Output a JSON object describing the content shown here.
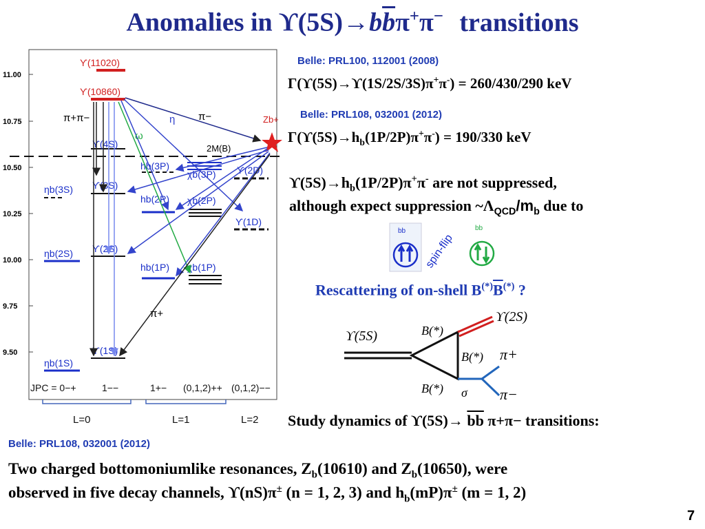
{
  "title": {
    "prefix": "Anomalies in ϒ(5S)→",
    "b": "b",
    "bbar": "b",
    "pi": "π",
    "plus": "+",
    "minus": "−",
    "suffix": "transitions"
  },
  "refs": {
    "prl100": "Belle: PRL100, 112001 (2008)",
    "prl108_top": "Belle: PRL108, 032001 (2012)",
    "prl108_bottom": "Belle: PRL108, 032001 (2012)"
  },
  "widths": {
    "upsilon": {
      "left": "Γ(ϒ(5S)→ϒ(1S/2S/3S)π",
      "sup1": "+",
      "mid": "π",
      "sup2": "-",
      "right": ") = 260/430/290 keV"
    },
    "hb": {
      "left": "Γ(ϒ(5S)→h",
      "sub": "b",
      "mid": "(1P/2P)π",
      "sup1": "+",
      "mid2": "π",
      "sup2": "-",
      "right": ") = 190/330 keV"
    }
  },
  "suppression": {
    "line1_left": "ϒ(5S)→h",
    "line1_sub": "b",
    "line1_mid": "(1P/2P)π",
    "line1_sup1": "+",
    "line1_mid2": "π",
    "line1_sup2": "-",
    "line1_right": " are not suppressed,",
    "line2_left": "although expect suppression ~Λ",
    "line2_sub1": "QCD",
    "line2_slash": "/m",
    "line2_sub2": "b",
    "line2_right": " due to"
  },
  "spin_flip": "spin-flip",
  "bb_label": "bb",
  "rescattering": {
    "left": "Rescattering of on-shell B",
    "sup1": "(*)",
    "B": "B",
    "sup2": "(*)",
    "right": " ?"
  },
  "feynman": {
    "ups5s": "ϒ(5S)",
    "ups2s": "ϒ(2S)",
    "b1": "B(*)",
    "b2": "B(*)",
    "b3": "B(*)",
    "piplus": "π+",
    "piminus": "π−",
    "sigma": "σ"
  },
  "study": {
    "left": "Study dynamics of ϒ(5S)→ ",
    "bb": "bb",
    "pipi": " π+π−",
    "right": " transitions:"
  },
  "observation": {
    "line1_a": "Two charged bottomoniumlike resonances, Z",
    "sub1": "b",
    "line1_b": "(10610) and Z",
    "sub2": "b",
    "line1_c": "(10650), were",
    "line2_a": "observed in five decay channels, ϒ(nS)π",
    "sup1": "±",
    "line2_b": " (n = 1, 2, 3) and h",
    "sub3": "b",
    "line2_c": "(mP)π",
    "sup2": "±",
    "line2_d": " (m = 1, 2)"
  },
  "slide_number": "7",
  "spectrum": {
    "yticks": [
      "11.00",
      "10.75",
      "10.50",
      "10.25",
      "10.00",
      "9.75",
      "9.50"
    ],
    "states": {
      "u11020": "ϒ(11020)",
      "u10860": "ϒ(10860)",
      "u4s": "ϒ(4S)",
      "u3s": "ϒ(3S)",
      "u2s": "ϒ(2S)",
      "u1s": "ϒ(1S)",
      "eta3s": "ηb(3S)",
      "eta2s": "ηb(2S)",
      "eta1s": "ηb(1S)",
      "hb3p": "hb(3P)",
      "hb2p": "hb(2P)",
      "hb1p": "hb(1P)",
      "chi3p": "χb(3P)",
      "chi2p": "χb(2P)",
      "chi1p": "χb(1P)",
      "u2d": "ϒ(2D)",
      "u1d": "ϒ(1D)",
      "zb": "Zb+",
      "threshold": "2M(B)"
    },
    "transitions": {
      "pipi": "π+π−",
      "eta": "η",
      "omega": "ω",
      "piminus": "π−",
      "piplus": "π+"
    },
    "jpc": {
      "label": "JPC = 0−+",
      "a": "1−−",
      "b": "1+−",
      "c": "(0,1,2)++",
      "d": "(0,1,2)−−"
    },
    "groups": {
      "l0": "L=0",
      "l1": "L=1",
      "l2": "L=2"
    }
  },
  "colors": {
    "title": "#1f2a8c",
    "ref": "#1f3bb3",
    "state_blue": "#1a2fc9",
    "state_red": "#d11f1f",
    "green": "#22aa44"
  }
}
